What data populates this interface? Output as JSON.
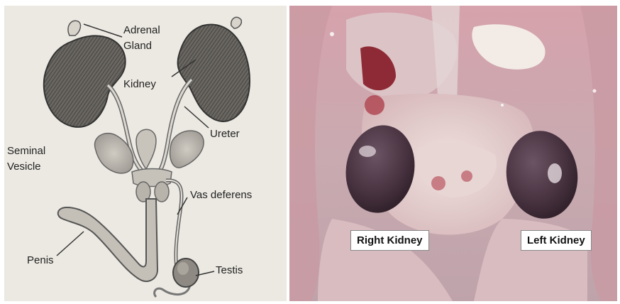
{
  "diagram": {
    "labels": {
      "adrenal": "Adrenal",
      "gland": "Gland",
      "kidney": "Kidney",
      "ureter": "Ureter",
      "seminal": "Seminal",
      "vesicle": "Vesicle",
      "vas_deferens": "Vas deferens",
      "penis": "Penis",
      "testis": "Testis"
    }
  },
  "photo": {
    "labels": {
      "right_kidney": "Right Kidney",
      "left_kidney": "Left Kidney"
    }
  }
}
